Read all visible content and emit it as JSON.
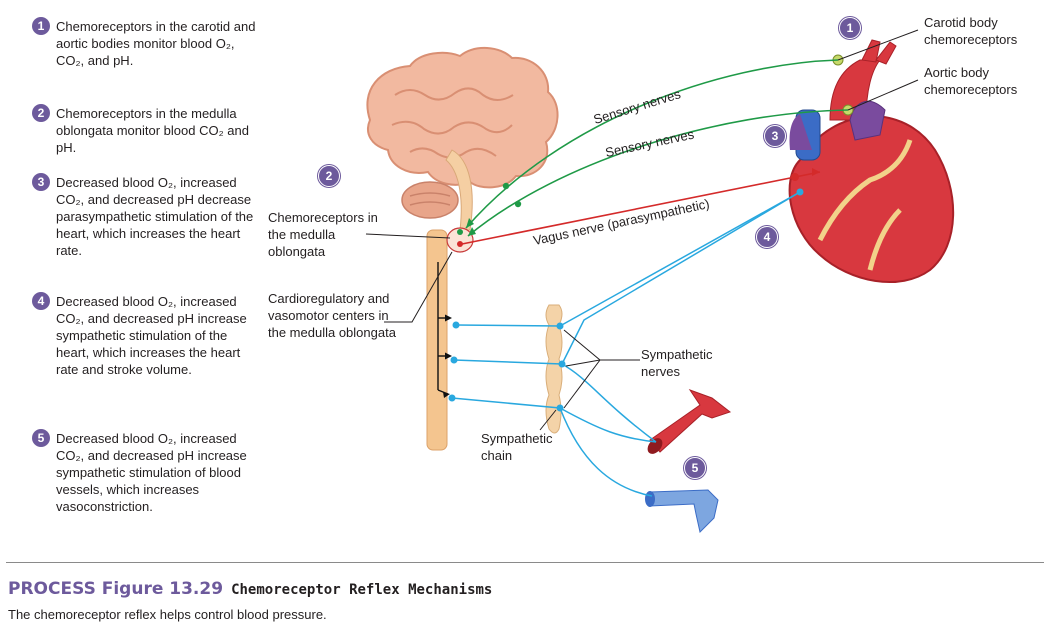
{
  "steps": [
    {
      "num": "1",
      "text": "Chemoreceptors in the carotid and aortic bodies monitor blood O₂, CO₂, and pH."
    },
    {
      "num": "2",
      "text": "Chemoreceptors in the medulla oblongata monitor blood CO₂ and pH."
    },
    {
      "num": "3",
      "text": "Decreased blood O₂, increased CO₂, and decreased pH decrease parasympathetic stimulation of the heart, which increases the heart rate."
    },
    {
      "num": "4",
      "text": "Decreased blood O₂, increased CO₂, and decreased pH increase sympathetic stimulation of the heart, which increases the heart rate and stroke volume."
    },
    {
      "num": "5",
      "text": "Decreased blood O₂, increased CO₂, and decreased pH increase sympathetic stimulation of blood vessels, which increases vasoconstriction."
    }
  ],
  "labels": {
    "carotid": "Carotid body chemoreceptors",
    "aortic": "Aortic body chemoreceptors",
    "medulla_chemo": "Chemoreceptors in the medulla oblongata",
    "cardioregulatory": "Cardioregulatory and vasomotor centers in the medulla oblongata",
    "sympathetic_nerves": "Sympathetic nerves",
    "sympathetic_chain": "Sympathetic chain",
    "sensory_nerves_1": "Sensory nerves",
    "sensory_nerves_2": "Sensory nerves",
    "vagus": "Vagus nerve (parasympathetic)"
  },
  "badges": {
    "b1": "1",
    "b2": "2",
    "b3": "3",
    "b4": "4",
    "b5": "5"
  },
  "caption": {
    "prefix": "PROCESS Figure 13.29",
    "title": "Chemoreceptor Reflex Mechanisms",
    "body": "The chemoreceptor reflex helps control blood pressure."
  },
  "colors": {
    "accent": "#6d5a9c",
    "sensory": "#1f9a47",
    "vagus": "#d42a2a",
    "sympathetic": "#29a8df"
  }
}
